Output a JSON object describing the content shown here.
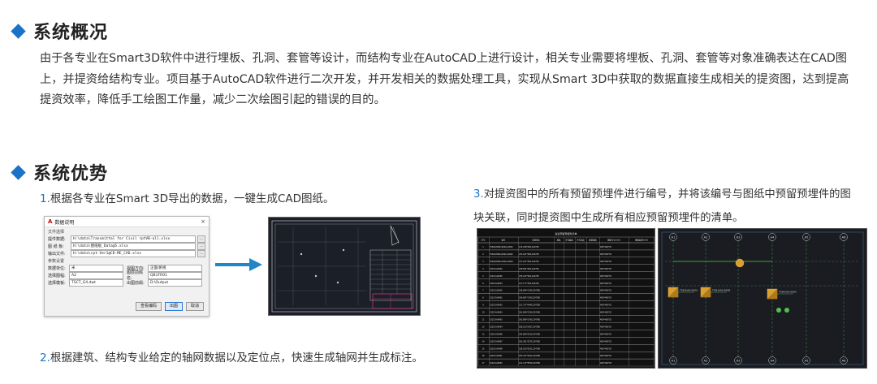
{
  "section1": {
    "title": "系统概况",
    "body": "由于各专业在Smart3D软件中进行埋板、孔洞、套管等设计，而结构专业在AutoCAD上进行设计，相关专业需要将埋板、孔洞、套管等对象准确表达在CAD图上，并提资给结构专业。项目基于AutoCAD软件进行二次开发，并开发相关的数据处理工具，实现从Smart 3D中获取的数据直接生成相关的提资图，达到提高提资效率，降低手工绘图工作量，减少二次绘图引起的错误的目的。"
  },
  "section2": {
    "title": "系统优势",
    "step1": {
      "num": "1.",
      "text": "根据各专业在Smart 3D导出的数据，一键生成CAD图纸。"
    },
    "step2": {
      "num": "2.",
      "text": "根据建筑、结构专业给定的轴网数据以及定位点，快速生成轴网并生成标注。"
    },
    "step3": {
      "num": "3.",
      "text": "对提资图中的所有预留预埋件进行编号，并将该编号与图纸中预留预埋件的图块关联，同时提资图中生成所有相应预留预埋件的清单。"
    }
  },
  "dialog": {
    "title": "数据说明",
    "close": "×",
    "group1": "文件选择",
    "rows": [
      {
        "label": "提件数据:",
        "value": "H:\\data\\Transmittal for Civil rptVB-all.xlsx"
      },
      {
        "label": "图 纸 板:",
        "value": "H:\\data\\图纸板_Data@5.xlsx"
      },
      {
        "label": "输出文件:",
        "value": "H:\\data\\rpt-Ver1@CD-ME_CAD.xlsx"
      }
    ],
    "group2": "参数设置",
    "selects": [
      {
        "label": "数据单位:",
        "value": "米",
        "label2": "视图方向:",
        "value2": "正面/俯视"
      },
      {
        "label": "选择图幅:",
        "value": "A2",
        "label2": "图层前缀名:",
        "value2": "QB1FR01"
      },
      {
        "label": "选择模板:",
        "value": "TSCT_G4.dwt",
        "label2": "出图前缀:",
        "value2": "D:\\Output"
      }
    ],
    "buttons": {
      "check": "查看编码",
      "ok": "出图",
      "cancel": "取消"
    }
  },
  "table": {
    "title": "提资预留预埋件清单",
    "headers": [
      "序号",
      "编号",
      "位置坐标",
      "规格",
      "开孔截面",
      "开孔高度",
      "套管规格",
      "埋板尺寸(mm)",
      "埋板类型(mm)"
    ],
    "rows": [
      [
        "1",
        "TSN-D200Dn400x4-0001",
        "212.168*400,224780",
        "",
        "",
        "",
        "",
        "400*400*25",
        ""
      ],
      [
        "2",
        "TSN-D200Dn400x4-0002",
        "225.167*400,224780",
        "",
        "",
        "",
        "",
        "400*400*25",
        ""
      ],
      [
        "3",
        "TSN-D200Dn400x4-0003",
        "217.017*350,224780",
        "",
        "",
        "",
        "",
        "300*300*25",
        ""
      ],
      [
        "4",
        "1S2C0-AE402",
        "228.601*400,224780",
        "",
        "",
        "",
        "",
        "400*400*25",
        ""
      ],
      [
        "5",
        "1S2C0-AE405",
        "235.167*400,224780",
        "",
        "",
        "",
        "",
        "400*400*25",
        ""
      ],
      [
        "6",
        "1S2C0-AE403",
        "217.177*350,224780",
        "",
        "",
        "",
        "",
        "400*400*25",
        ""
      ],
      [
        "7",
        "1S2C0-AE405",
        "226.894*1760,224780",
        "",
        "",
        "",
        "",
        "400*400*25",
        ""
      ],
      [
        "8",
        "1S2C0-AE402",
        "206.897*1760,224780",
        "",
        "",
        "",
        "",
        "400*400*25",
        ""
      ],
      [
        "9",
        "1S2C0-AE403",
        "211.737*4445,224780",
        "",
        "",
        "",
        "",
        "400*400*25",
        ""
      ],
      [
        "10",
        "1S2C0-AE403",
        "261.890*1760,224780",
        "",
        "",
        "",
        "",
        "400*400*25",
        ""
      ],
      [
        "11",
        "1S2C0-AE403",
        "263.890*1760,224780",
        "",
        "",
        "",
        "",
        "400*400*25",
        ""
      ],
      [
        "12",
        "1S2C0-AE404",
        "208.513*2457,224780",
        "",
        "",
        "",
        "",
        "400*400*25",
        ""
      ],
      [
        "13",
        "1S2C0-AE406",
        "204.890*2100,224780",
        "",
        "",
        "",
        "",
        "400*400*25",
        ""
      ],
      [
        "14",
        "1S2C0-AE407",
        "202.301*3275,224780",
        "",
        "",
        "",
        "",
        "400*400*25",
        ""
      ],
      [
        "15",
        "1S2C0-AE408",
        "228.513*2101,224780",
        "",
        "",
        "",
        "",
        "400*400*25",
        ""
      ],
      [
        "16",
        "1S2C0-AE401",
        "252.417*2101,224780",
        "",
        "",
        "",
        "",
        "400*400*25",
        ""
      ],
      [
        "17",
        "1S2C0-AE402",
        "211.127*4550,224780",
        "",
        "",
        "",
        "",
        "400*400*25",
        ""
      ]
    ]
  },
  "cad_labels": {
    "axes_top": [
      "A1",
      "A2",
      "A3",
      "A4",
      "A5",
      "A6"
    ],
    "tags": [
      "TSN-DAS-000A",
      "TSN-DAS-000B",
      "TSN-DAS-000C"
    ]
  },
  "colors": {
    "accent": "#1a73c7",
    "arrow": "#1f86c8"
  }
}
